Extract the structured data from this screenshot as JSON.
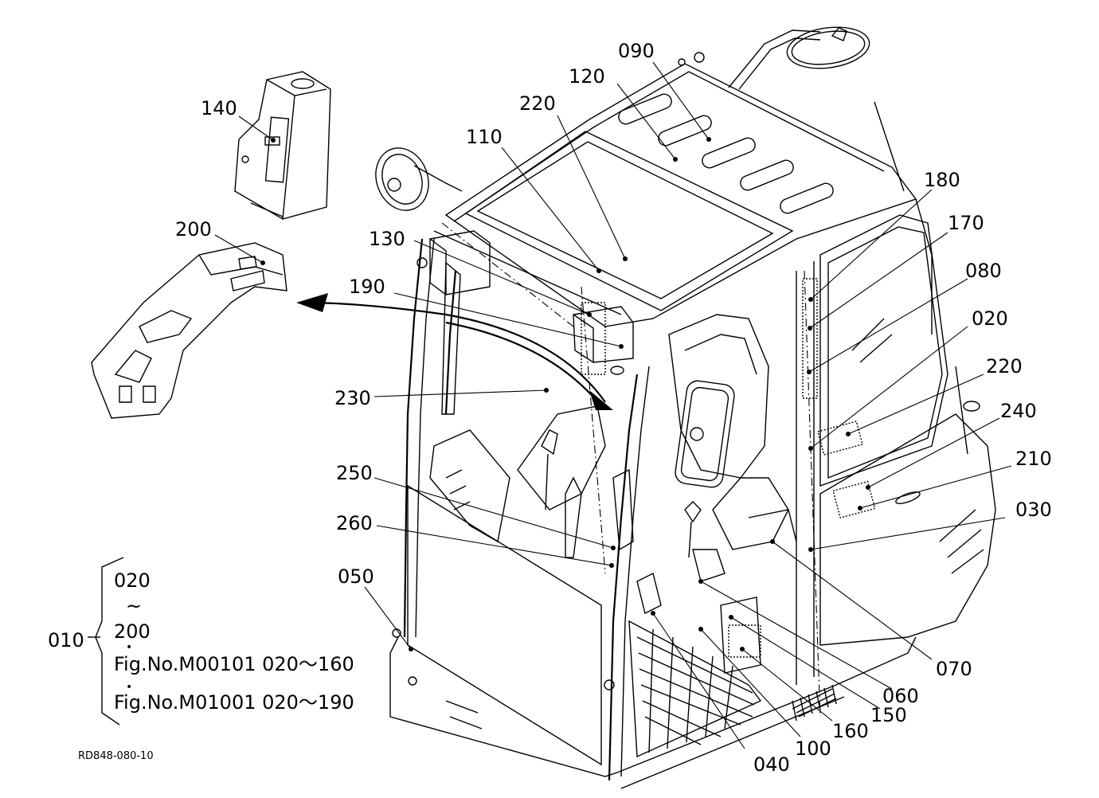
{
  "drawing_code": "RD848-080-10",
  "callouts": [
    "090",
    "120",
    "220",
    "110",
    "140",
    "200",
    "130",
    "190",
    "230",
    "250",
    "260",
    "050",
    "180",
    "170",
    "080",
    "020",
    "220",
    "240",
    "210",
    "030",
    "070",
    "060",
    "150",
    "160",
    "100",
    "040"
  ],
  "reference_box": {
    "main_part": "010",
    "range_start": "020",
    "tilde": "~",
    "range_end": "200",
    "bullet": "•",
    "fig_refs": [
      "Fig.No.M00101  020～160",
      "Fig.No.M01001  020～190"
    ]
  }
}
